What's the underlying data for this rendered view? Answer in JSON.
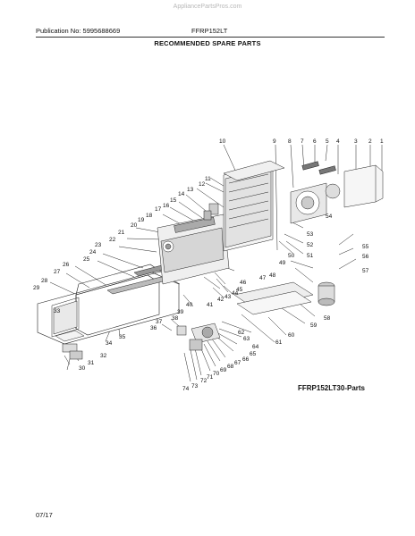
{
  "watermark": "AppliancePartsPros.com",
  "header": {
    "publication": "Publication No: 5995688669",
    "model": "FFRP152LT"
  },
  "section_title": "RECOMMENDED SPARE PARTS",
  "diagram_caption": "FFRP152LT30-Parts",
  "footer_date": "07/17",
  "callouts": [
    "1",
    "2",
    "3",
    "4",
    "5",
    "6",
    "7",
    "8",
    "9",
    "10",
    "11",
    "12",
    "13",
    "14",
    "15",
    "16",
    "17",
    "18",
    "19",
    "20",
    "21",
    "22",
    "23",
    "24",
    "25",
    "26",
    "27",
    "28",
    "29",
    "30",
    "31",
    "32",
    "33",
    "34",
    "35",
    "36",
    "37",
    "38",
    "39",
    "40",
    "41",
    "42",
    "43",
    "44",
    "45",
    "46",
    "47",
    "48",
    "49",
    "50",
    "51",
    "52",
    "53",
    "54",
    "55",
    "56",
    "57",
    "58",
    "59",
    "60",
    "61",
    "62",
    "63",
    "64",
    "65",
    "66",
    "67",
    "68",
    "69",
    "70",
    "71",
    "72",
    "73",
    "74"
  ]
}
